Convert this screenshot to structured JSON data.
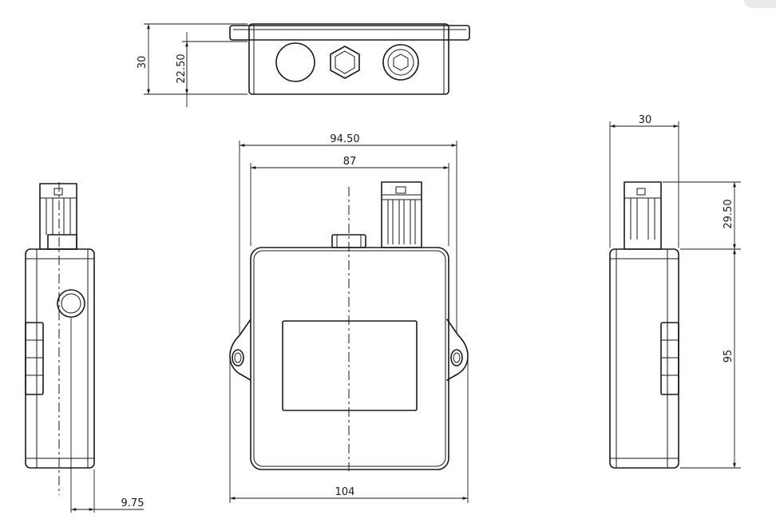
{
  "dimensions": {
    "top_height_overall": "30",
    "top_height_body": "22.50",
    "front_width_top": "94.50",
    "front_width_inner": "87",
    "front_width_overall": "104",
    "side_left_offset": "9.75",
    "side_right_depth": "30",
    "side_right_connector": "29.50",
    "side_right_height": "95"
  }
}
